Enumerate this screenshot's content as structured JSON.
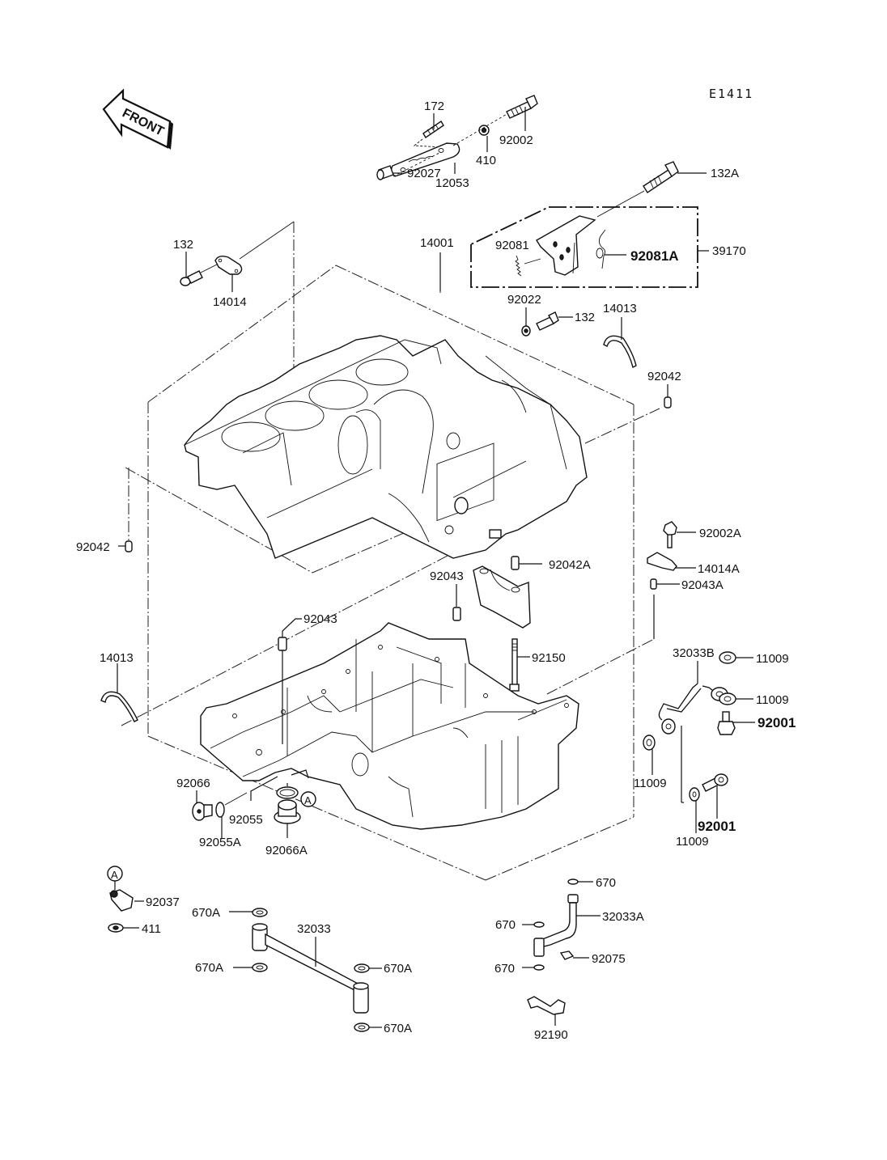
{
  "diagram": {
    "reference_code": "E1411",
    "front_arrow_text": "FRONT",
    "circle_marker": "A",
    "callouts": {
      "p172": "172",
      "p92002": "92002",
      "p410": "410",
      "p12053": "12053",
      "p92027": "92027",
      "p132A": "132A",
      "p92081": "92081",
      "p92081A": "92081A",
      "p39170": "39170",
      "p132_left": "132",
      "p14014": "14014",
      "p14001": "14001",
      "p92022": "92022",
      "p132_right": "132",
      "p14013_top": "14013",
      "p92042_right": "92042",
      "p92042_left": "92042",
      "p92002A": "92002A",
      "p14014A": "14014A",
      "p92042A": "92042A",
      "p92043_center": "92043",
      "p92043A": "92043A",
      "p92043_left": "92043",
      "p32033B": "32033B",
      "p11009_a": "11009",
      "p11009_b": "11009",
      "p92001_a": "92001",
      "p92150": "92150",
      "p14013_left": "14013",
      "p11009_c": "11009",
      "p92001_b": "92001",
      "p11009_d": "11009",
      "p92066": "92066",
      "p92055": "92055",
      "p92055A": "92055A",
      "p92066A": "92066A",
      "p92037": "92037",
      "p411": "411",
      "p670A_1": "670A",
      "p32033": "32033",
      "p670A_2": "670A",
      "p670A_3": "670A",
      "p670A_4": "670A",
      "p670_1": "670",
      "p32033A": "32033A",
      "p670_2": "670",
      "p92075": "92075",
      "p670_3": "670",
      "p92190": "92190"
    }
  }
}
